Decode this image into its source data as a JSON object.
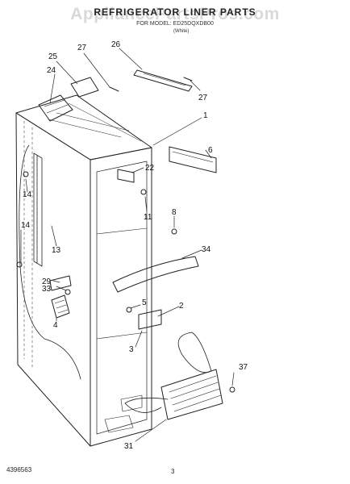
{
  "header": {
    "title": "REFRIGERATOR LINER PARTS",
    "model": "FOR MODEL: ED25DQXDB00",
    "color": "(White)"
  },
  "watermark": "AppliancePartsPros.com",
  "footer": {
    "code": "4396563",
    "page": "3"
  },
  "callouts": [
    "25",
    "27",
    "26",
    "24",
    "27",
    "1",
    "6",
    "14",
    "22",
    "11",
    "8",
    "14",
    "13",
    "34",
    "29",
    "33",
    "5",
    "2",
    "4",
    "3",
    "37",
    "31"
  ]
}
